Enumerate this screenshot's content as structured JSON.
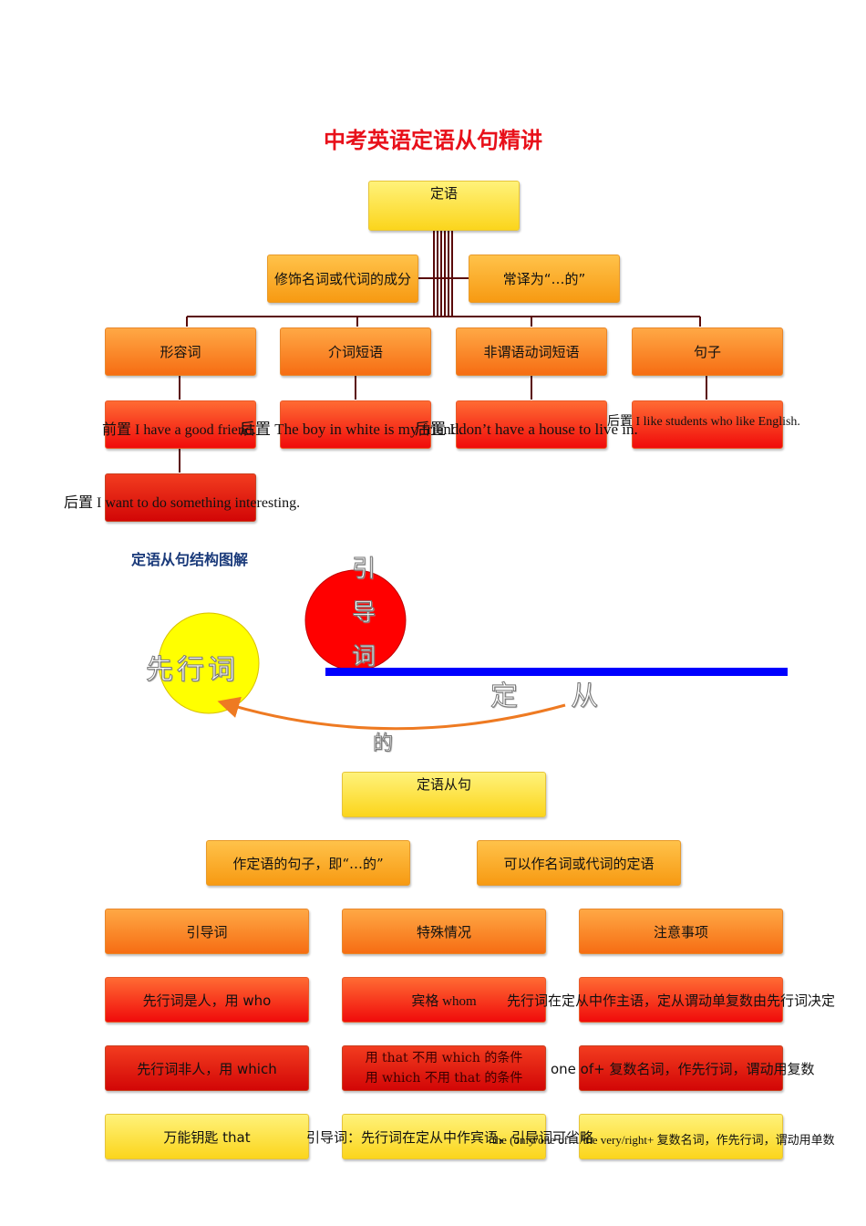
{
  "title": "中考英语定语从句精讲",
  "tree1": {
    "root": "定语",
    "desc_left": "修饰名词或代词的成分",
    "desc_right": "常译为“…的”",
    "categories": [
      "形容词",
      "介词短语",
      "非谓语动词短语",
      "句子"
    ],
    "examples": [
      "前置 I have a good friend.",
      "后置 The boy in white is my friend.",
      "后置 I don’t have a house to live in.",
      "后置 I like students who like English."
    ],
    "extra_example": "后置 I want to do something interesting."
  },
  "structure": {
    "heading": "定语从句结构图解",
    "antecedent": "先行词",
    "relative": "引导词",
    "clause": "定    从",
    "de": "的"
  },
  "tree2": {
    "root": "定语从句",
    "desc_left": "作定语的句子，即“…的”",
    "desc_right": "可以作名词或代词的定语",
    "columns": [
      "引导词",
      "特殊情况",
      "注意事项"
    ],
    "row1": [
      "先行词是人，用 who",
      "宾格 whom",
      "先行词在定从中作主语，定从谓动单复数由先行词决定"
    ],
    "row2": [
      "先行词非人，用 which",
      "用 that 不用 which 的条件",
      "用 which 不用 that 的条件",
      "one of+ 复数名词，作先行词，谓动用复数"
    ],
    "row3": [
      "万能钥匙 that",
      "引导词：先行词在定从中作宾语，引导词可省略",
      "the (only/one of…/the very/right+ 复数名词，作先行词，谓动用单数"
    ]
  },
  "colors": {
    "title": "#e8101a",
    "connector": "#5a0a0a",
    "sun_red": "#ff0000",
    "sun_yellow": "#ffff00",
    "line_blue": "#0000ff",
    "arrow_orange": "#ee7a22"
  }
}
